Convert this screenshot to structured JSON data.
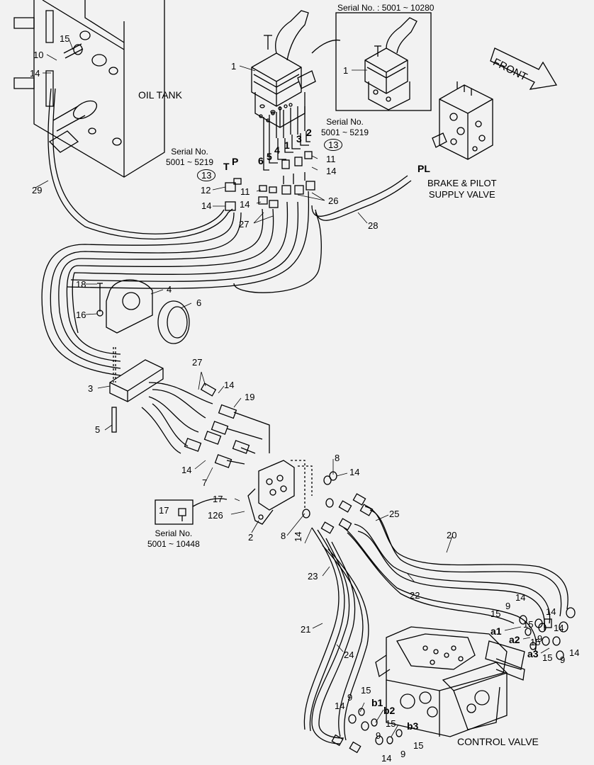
{
  "captions": {
    "oil_tank": "OIL TANK",
    "front": "FRONT",
    "brake_valve_line1": "BRAKE & PILOT",
    "brake_valve_line2": "SUPPLY VALVE",
    "control_valve": "CONTROL VALVE",
    "pl_port": "PL"
  },
  "serial_notes": {
    "top_box": "Serial No. : 5001 ~ 10280",
    "left_line1": "Serial No.",
    "left_line2": "5001 ~ 5219",
    "right_line1": "Serial No.",
    "right_line2": "5001 ~ 5219",
    "bottom_box_line1": "Serial No.",
    "bottom_box_line2": "5001 ~ 10448"
  },
  "part_numbers": {
    "p1_main": "1",
    "p1_box": "1",
    "p2_top": "2",
    "p3_top": "3",
    "p1_top": "1",
    "p4_top": "4",
    "p5_top": "5",
    "p6_top": "6",
    "port_T": "T",
    "port_P": "P",
    "p13_left": "13",
    "p13_right": "13",
    "p10": "10",
    "p15_tank": "15",
    "p14_tank": "14",
    "p11_right": "11",
    "p14_right": "14",
    "p12": "12",
    "p11_left": "11",
    "p14_left_a": "14",
    "p14_left_b": "14",
    "p26": "26",
    "p27_top": "27",
    "p28": "28",
    "p29": "29",
    "p18": "18",
    "p4": "4",
    "p16": "16",
    "p6": "6",
    "p27_mid": "27",
    "p3": "3",
    "p14_mid": "14",
    "p19": "19",
    "p5": "5",
    "p14_low": "14",
    "p7": "7",
    "p8_top": "8",
    "p14_block": "14",
    "p17": "17",
    "p17_box": "17",
    "p126": "126",
    "p2": "2",
    "p8_bot": "8",
    "p14_bot": "14",
    "p25": "25",
    "p20": "20",
    "p23": "23",
    "p22": "22",
    "p21": "21",
    "p24": "24",
    "p14_cv1": "14",
    "p9_cv1": "9",
    "p15_cv1": "15",
    "p14_cv2": "14",
    "p15_cv2": "15",
    "p9_cv2": "9",
    "p15_cv3": "15",
    "p9_cv3": "9",
    "p14_cv3": "14",
    "port_a1": "a1",
    "port_a2": "a2",
    "port_a3": "a3",
    "p9_b": "9",
    "p15_b": "15",
    "p14_b1": "14",
    "port_b1": "b1",
    "port_b2": "b2",
    "p15_b2": "15",
    "p9_b2": "9",
    "port_b3": "b3",
    "p14_b2": "14",
    "p15_b3": "15",
    "p9_b3": "9"
  },
  "colors": {
    "line": "#000000",
    "background": "#f2f2f2"
  }
}
